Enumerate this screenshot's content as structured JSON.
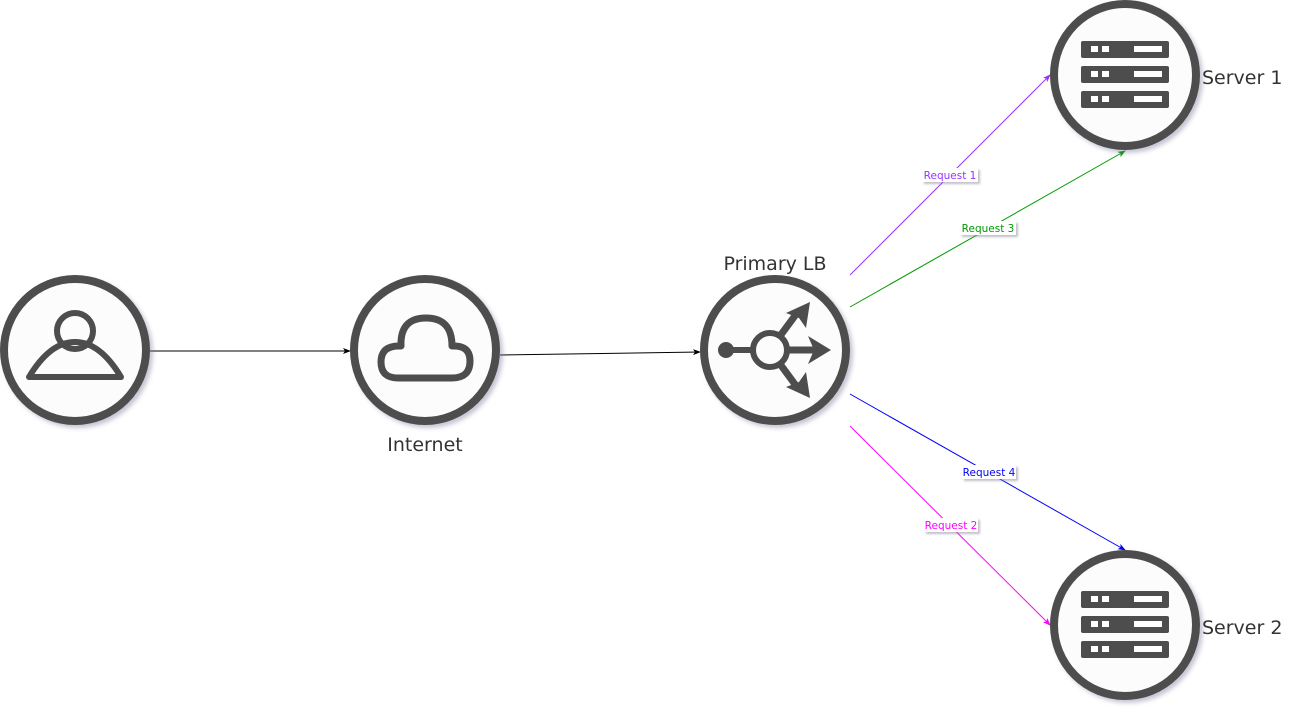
{
  "diagram": {
    "nodes": {
      "user": {
        "label": ""
      },
      "internet": {
        "label": "Internet"
      },
      "lb": {
        "label": "Primary LB"
      },
      "server1": {
        "label": "Server 1"
      },
      "server2": {
        "label": "Server 2"
      }
    },
    "edges": [
      {
        "from": "user",
        "to": "internet",
        "label": "",
        "color": "#000000"
      },
      {
        "from": "internet",
        "to": "lb",
        "label": "",
        "color": "#000000"
      },
      {
        "from": "lb",
        "to": "server1",
        "label": "Request 1",
        "color": "#9933ff"
      },
      {
        "from": "lb",
        "to": "server1",
        "label": "Request 3",
        "color": "#009900"
      },
      {
        "from": "lb",
        "to": "server2",
        "label": "Request 4",
        "color": "#0000ff"
      },
      {
        "from": "lb",
        "to": "server2",
        "label": "Request 2",
        "color": "#ff00ff"
      }
    ],
    "colors": {
      "icon": "#4d4d4d",
      "fill": "#fcfcfc"
    }
  }
}
